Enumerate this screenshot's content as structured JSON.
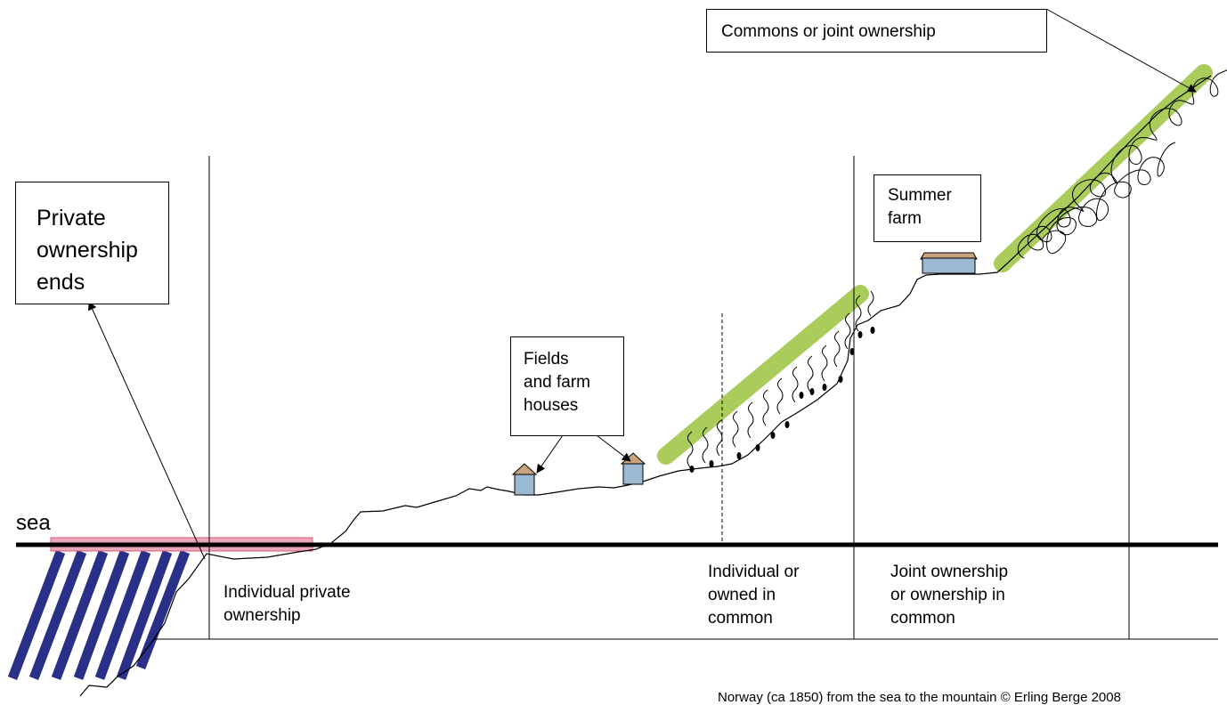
{
  "labels": {
    "sea": "sea",
    "private_ends": [
      "Private",
      "ownership",
      "ends"
    ],
    "commons": "Commons or joint ownership",
    "summer_farm": [
      "Summer",
      "farm"
    ],
    "fields": [
      "Fields",
      "and farm",
      "houses"
    ],
    "zone_individual_private": [
      "Individual private",
      "ownership"
    ],
    "zone_individual_common": [
      "Individual or",
      "owned in",
      "common"
    ],
    "zone_joint": [
      "Joint ownership",
      "or ownership in",
      "common"
    ],
    "caption": "Norway (ca 1850) from the sea to the mountain © Erling Berge 2008"
  },
  "colors": {
    "vegetation": "#a9cc5a",
    "sea_stripe": "#2a2f87",
    "house_wall": "#9bbad2",
    "house_roof": "#c9a37e",
    "foreshore": "#e38aa3"
  }
}
